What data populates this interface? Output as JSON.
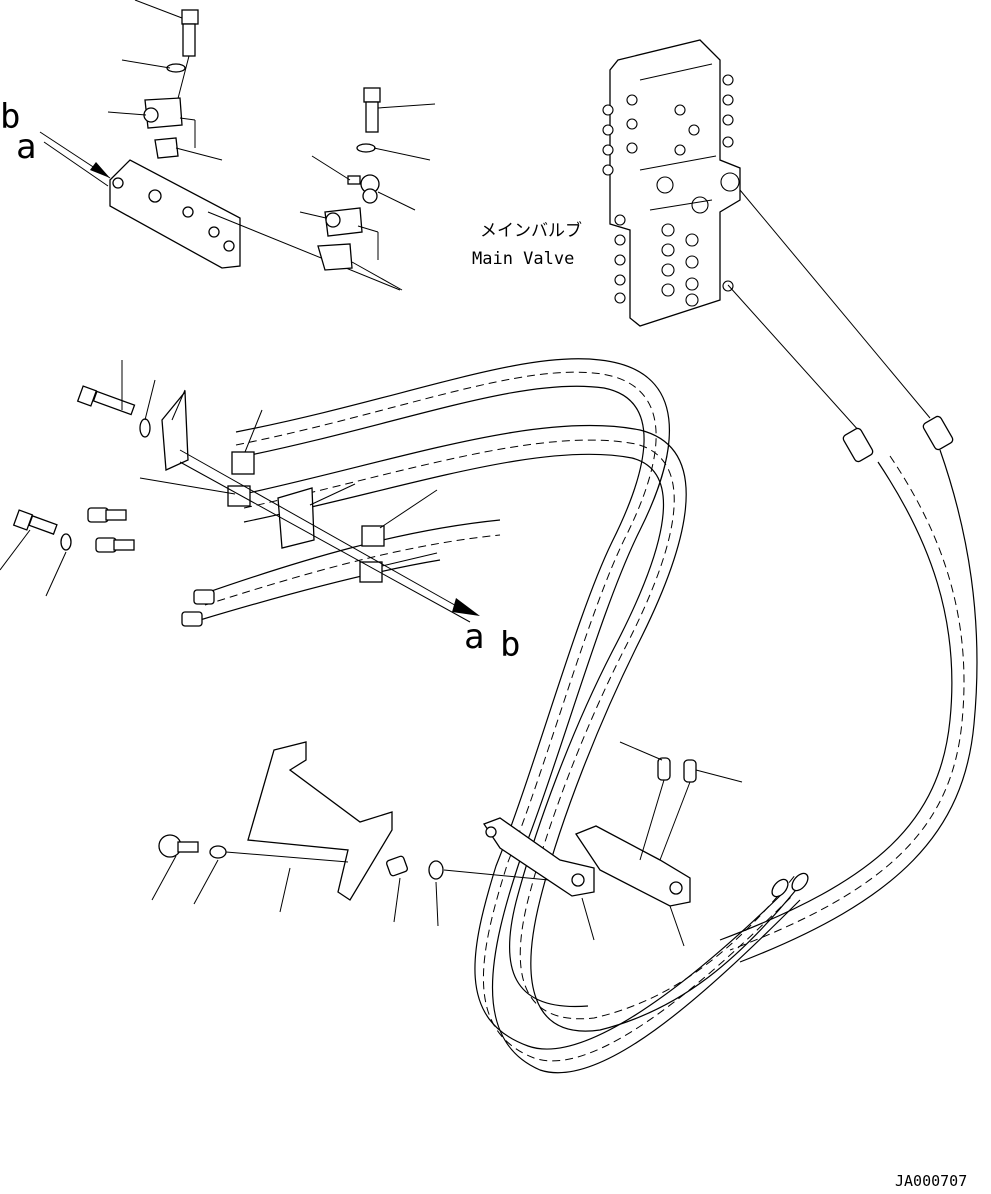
{
  "labels": {
    "main_valve_jp": "メインバルブ",
    "main_valve_en": "Main Valve",
    "ref_b_top": "b",
    "ref_a_top": "a",
    "ref_a_mid": "a",
    "ref_b_mid": "b",
    "drawing_code": "JA000707"
  }
}
